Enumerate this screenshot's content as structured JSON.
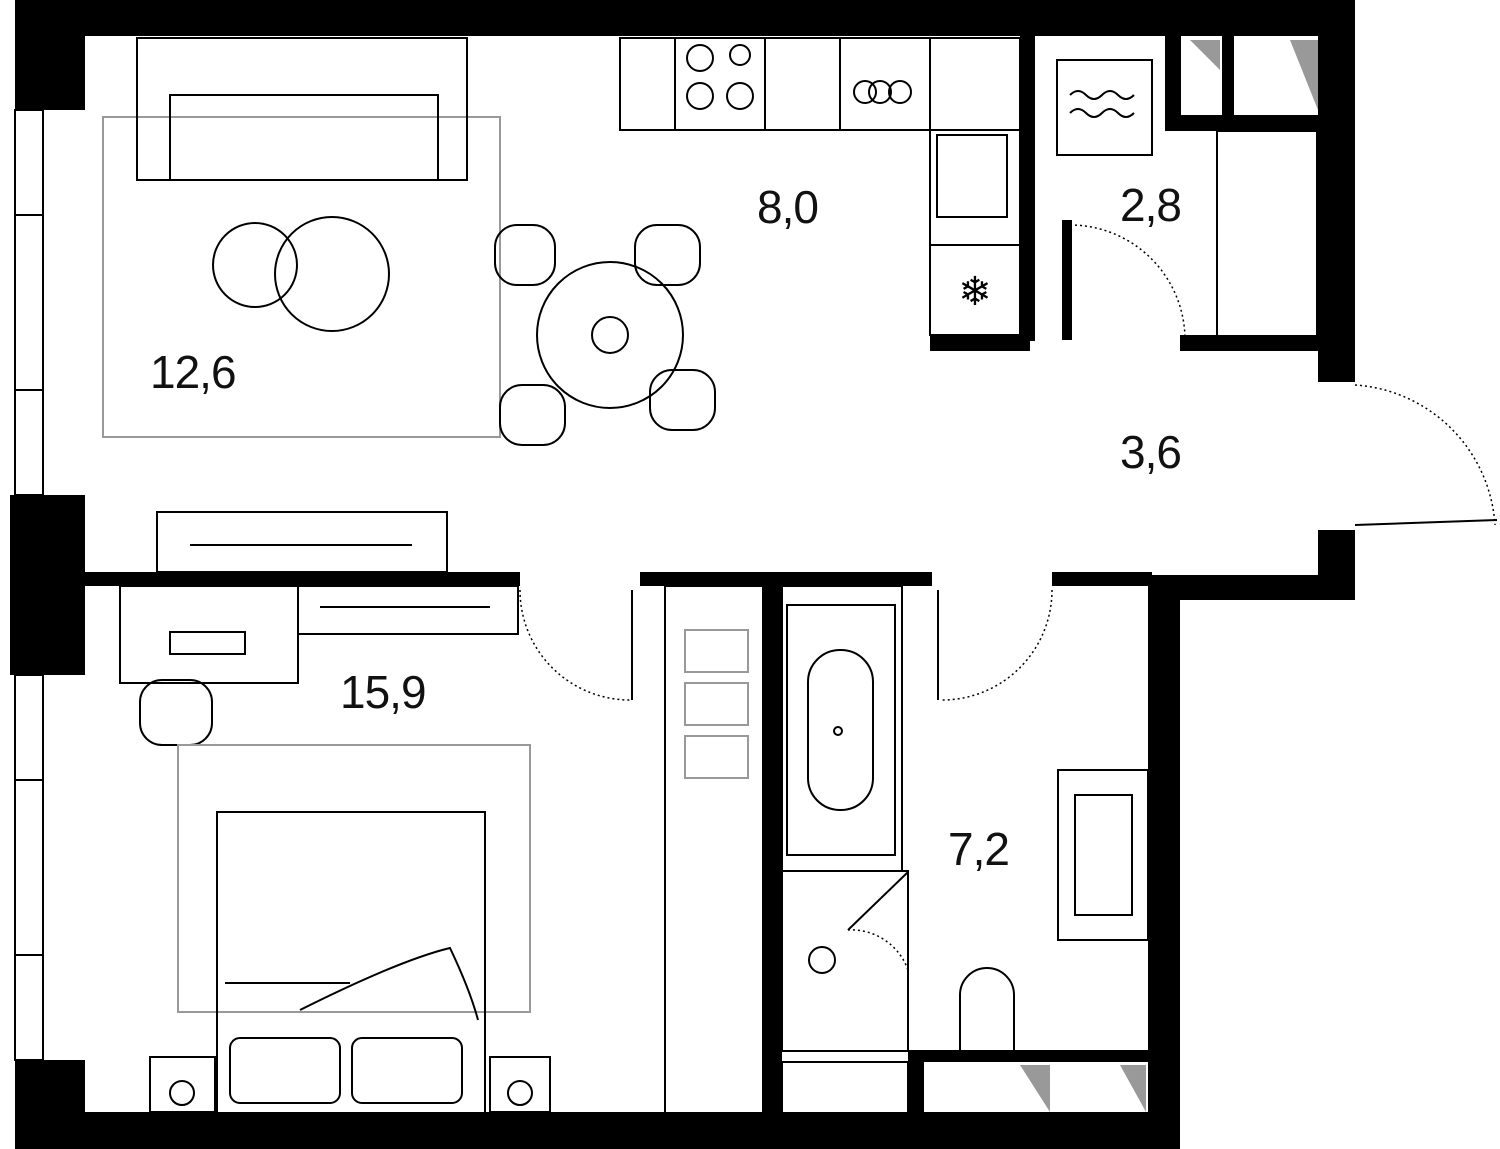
{
  "plan": {
    "rooms": [
      {
        "id": "living",
        "area": "12,6"
      },
      {
        "id": "kitchen",
        "area": "8,0"
      },
      {
        "id": "wardrobe",
        "area": "2,8"
      },
      {
        "id": "hall",
        "area": "3,6"
      },
      {
        "id": "bedroom",
        "area": "15,9"
      },
      {
        "id": "bathroom",
        "area": "7,2"
      }
    ]
  },
  "colors": {
    "wall": "#000000",
    "furniture": "#000000",
    "rug": "#999999"
  }
}
